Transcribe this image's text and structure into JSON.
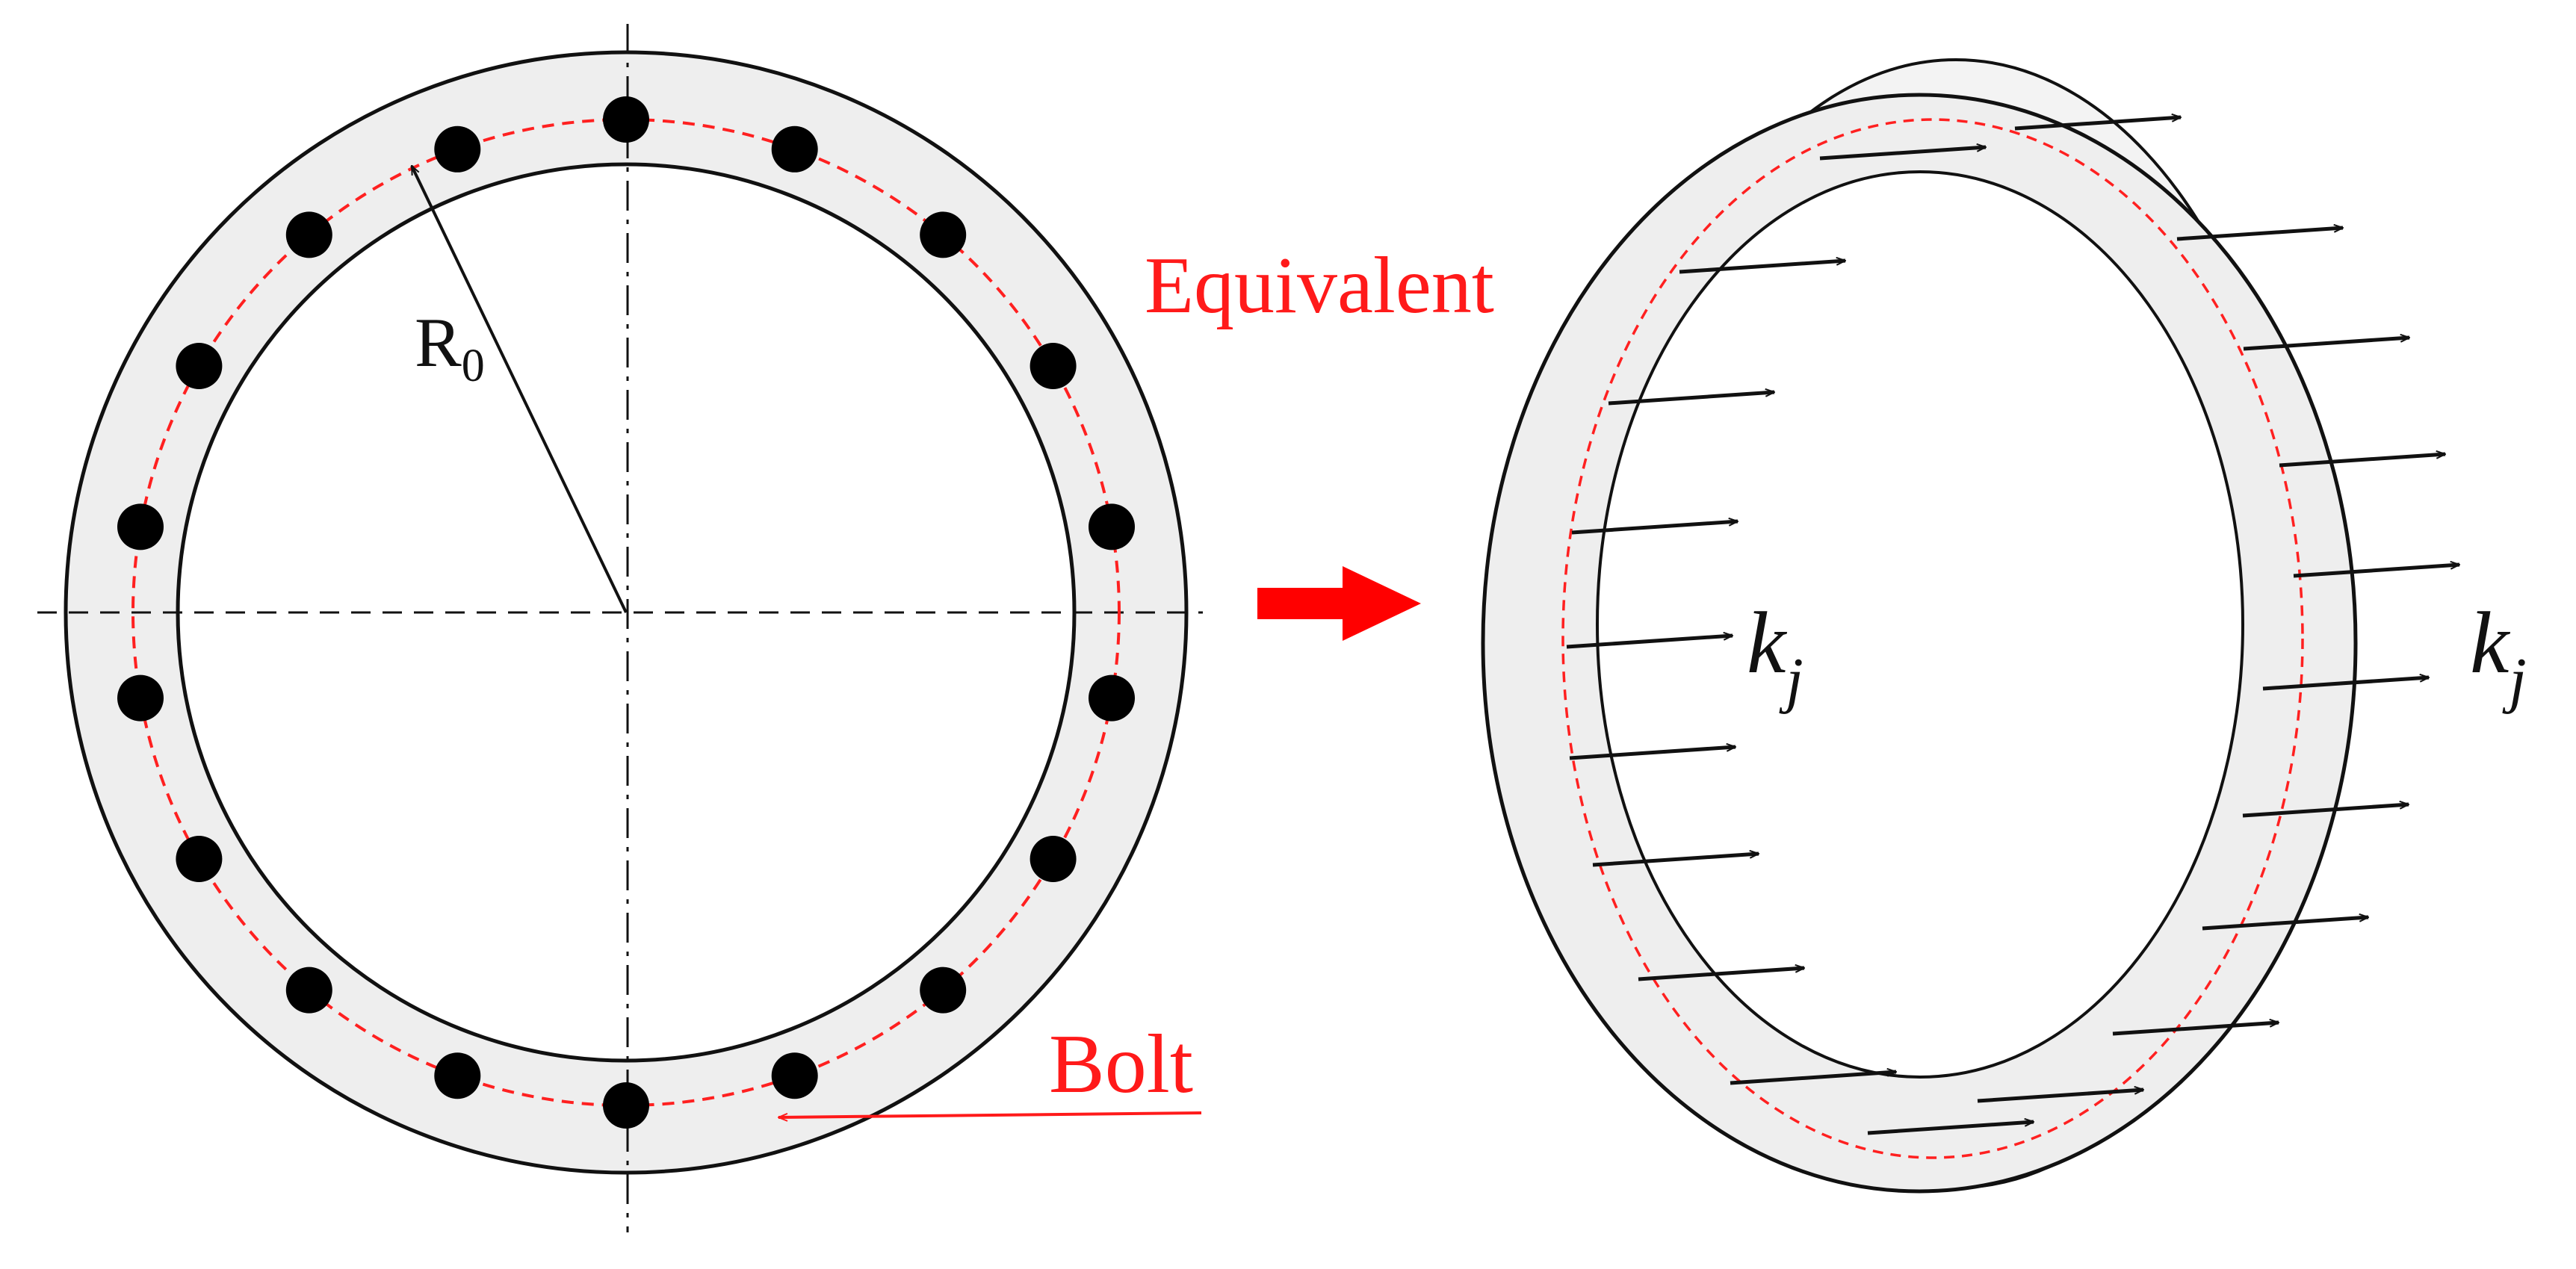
{
  "labels": {
    "radius_main": "R",
    "radius_sub": "0",
    "equivalent": "Equivalent",
    "bolt": "Bolt",
    "stiffness_main": "k",
    "stiffness_sub": "j"
  },
  "colors": {
    "ring_fill": "#eeeeee",
    "outline": "#111111",
    "bolt_fill": "#000000",
    "bolt_circle": "#ff2020",
    "equivalent_label": "#ff1a1a",
    "bolt_label": "#ff1a1a",
    "transition_arrow": "#ff0000",
    "spring_arrow": "#111111"
  },
  "flange": {
    "bolt_count": 18
  },
  "equivalent_model": {
    "spring_arrows_inner": 10,
    "spring_arrows_outer": 10
  }
}
